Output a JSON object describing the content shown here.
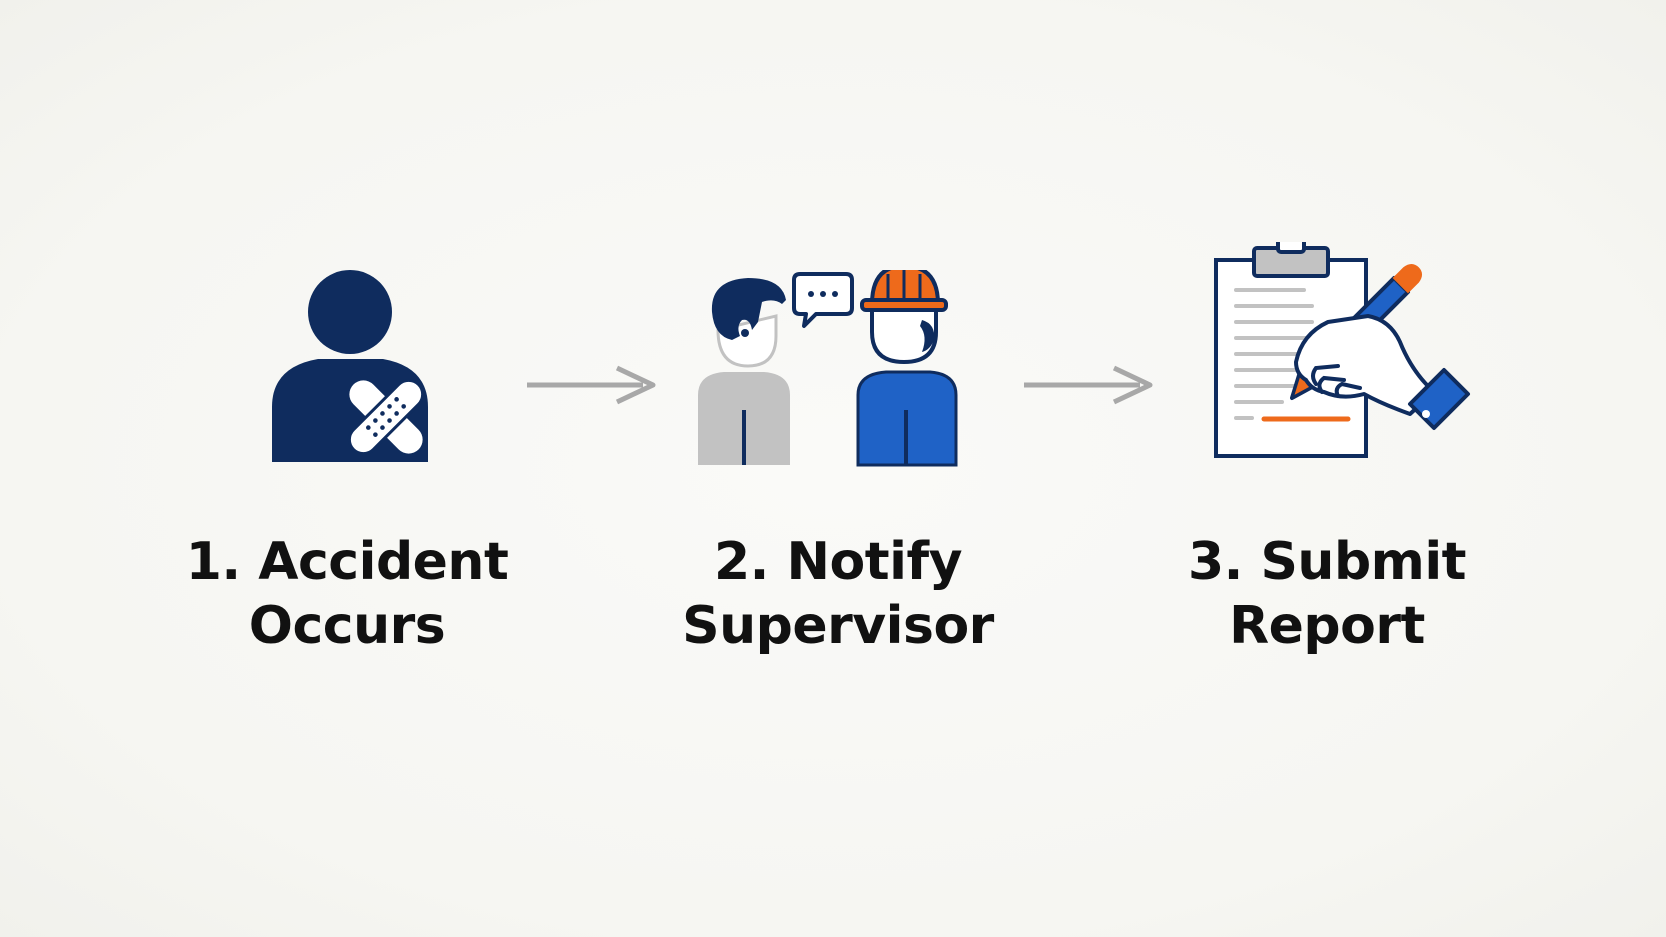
{
  "colors": {
    "navy": "#0f2c5e",
    "blue": "#1f62c6",
    "orange": "#ee6a1b",
    "gray": "#c2c2c2",
    "arrow": "#a8a8a8",
    "text": "#111111"
  },
  "steps": [
    {
      "number": "1.",
      "line1": "1. Accident",
      "line2": "Occurs",
      "icon": "injured-person-bandage-icon"
    },
    {
      "number": "2.",
      "line1": "2. Notify",
      "line2": "Supervisor",
      "icon": "worker-talking-to-supervisor-icon"
    },
    {
      "number": "3.",
      "line1": "3. Submit",
      "line2": "Report",
      "icon": "clipboard-hand-writing-icon"
    }
  ],
  "arrows": [
    {
      "icon": "right-arrow-icon"
    },
    {
      "icon": "right-arrow-icon"
    }
  ]
}
